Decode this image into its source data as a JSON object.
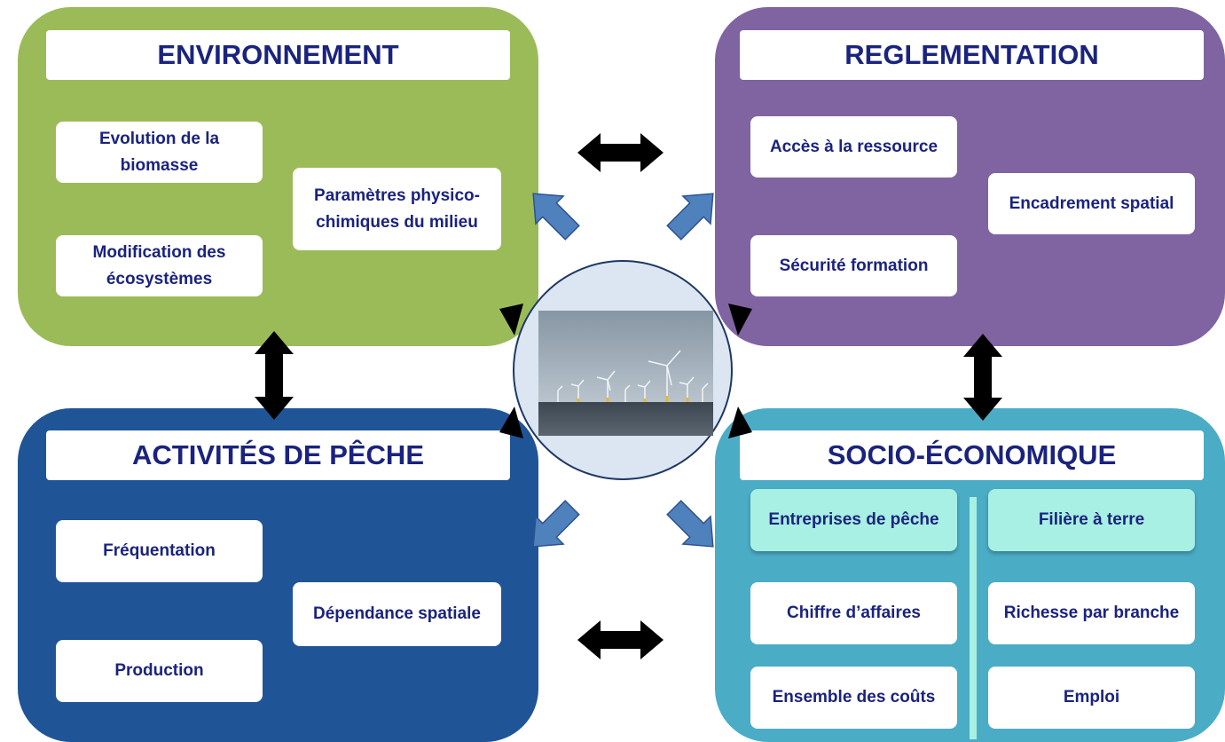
{
  "environnement": {
    "title": "ENVIRONNEMENT",
    "items": [
      "Evolution de la biomasse",
      "Paramètres physico-chimiques du milieu",
      "Modification des écosystèmes"
    ]
  },
  "reglementation": {
    "title": "REGLEMENTATION",
    "items": [
      "Accès à la ressource",
      "Encadrement spatial",
      "Sécurité formation"
    ]
  },
  "activites": {
    "title": "ACTIVITÉS DE PÊCHE",
    "items": [
      "Fréquentation",
      "Dépendance spatiale",
      "Production"
    ]
  },
  "socio": {
    "title": "SOCIO-ÉCONOMIQUE",
    "col_headers": [
      "Entreprises de pêche",
      "Filière à terre"
    ],
    "left_items": [
      "Chiffre d’affaires",
      "Ensemble des coûts"
    ],
    "right_items": [
      "Richesse par branche",
      "Emploi"
    ]
  },
  "colors": {
    "environnement": "#9bbb59",
    "reglementation": "#8064a2",
    "activites": "#1f5597",
    "socio": "#4bacc6",
    "text": "#1a237e",
    "mint": "#a8f0e3",
    "arrow_blue": "#4f81bd"
  },
  "center_image": "offshore-wind-farm-photo"
}
